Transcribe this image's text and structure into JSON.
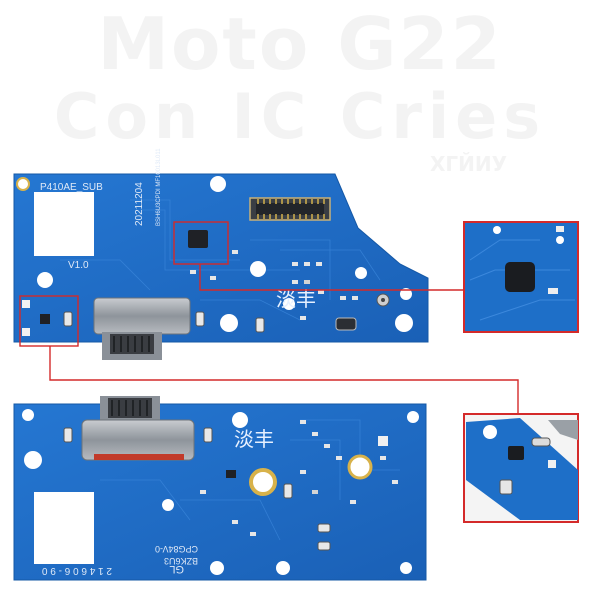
{
  "watermark": {
    "line1": "Moto G22",
    "line2": "Con IC Cries",
    "line3": "ХГЙИУ"
  },
  "top_board": {
    "label_model": "P410AE_SUB",
    "label_date": "20211204",
    "label_version": "V1.0",
    "label_code": "BSH6U3CPDI MF10013L011",
    "stamp": "淡丰"
  },
  "bottom_board": {
    "label_date": "2 1 4 6  0 6 - 9 0",
    "label_code": "BZK6U3",
    "label_code2": "CPG84V-0",
    "label_gl": "GL",
    "stamp": "淡丰"
  },
  "colors": {
    "pcb_blue": "#1e6fc8",
    "callout_red": "#d42a2a",
    "gold": "#d8b24a",
    "connector": "#8a8f96"
  }
}
